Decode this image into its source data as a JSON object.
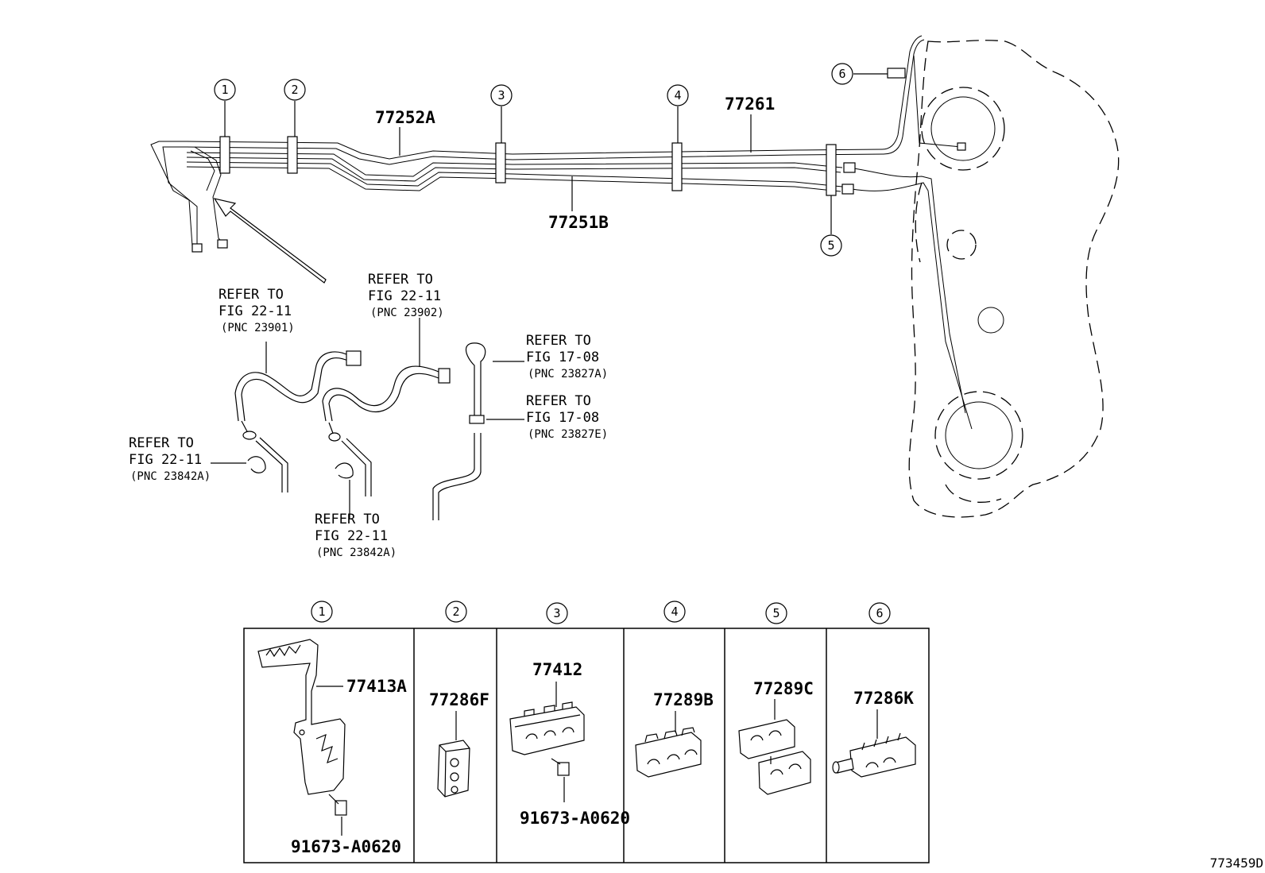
{
  "callout_labels": [
    "1",
    "2",
    "3",
    "4",
    "5",
    "6"
  ],
  "main_parts": [
    {
      "id": "p77252a",
      "number": "77252A"
    },
    {
      "id": "p77261",
      "number": "77261"
    },
    {
      "id": "p77251b",
      "number": "77251B"
    }
  ],
  "references": [
    {
      "id": "ref23902",
      "line1": "REFER TO",
      "line2": "FIG 22-11",
      "line3": "(PNC 23902)"
    },
    {
      "id": "ref23901",
      "line1": "REFER TO",
      "line2": "FIG 22-11",
      "line3": "(PNC 23901)"
    },
    {
      "id": "ref23827a",
      "line1": "REFER TO",
      "line2": "FIG 17-08",
      "line3": "(PNC 23827A)"
    },
    {
      "id": "ref23827e",
      "line1": "REFER TO",
      "line2": "FIG 17-08",
      "line3": "(PNC 23827E)"
    },
    {
      "id": "ref23842a1",
      "line1": "REFER TO",
      "line2": "FIG 22-11",
      "line3": "(PNC 23842A)"
    },
    {
      "id": "ref23842a2",
      "line1": "REFER TO",
      "line2": "FIG 22-11",
      "line3": "(PNC 23842A)"
    }
  ],
  "detail_boxes": [
    {
      "callout": "1",
      "parts": [
        "77413A",
        "91673-A0620"
      ]
    },
    {
      "callout": "2",
      "parts": [
        "77286F"
      ]
    },
    {
      "callout": "3",
      "parts": [
        "77412",
        "91673-A0620"
      ]
    },
    {
      "callout": "4",
      "parts": [
        "77289B"
      ]
    },
    {
      "callout": "5",
      "parts": [
        "77289C"
      ]
    },
    {
      "callout": "6",
      "parts": [
        "77286K"
      ]
    }
  ],
  "figure_id": "773459D"
}
